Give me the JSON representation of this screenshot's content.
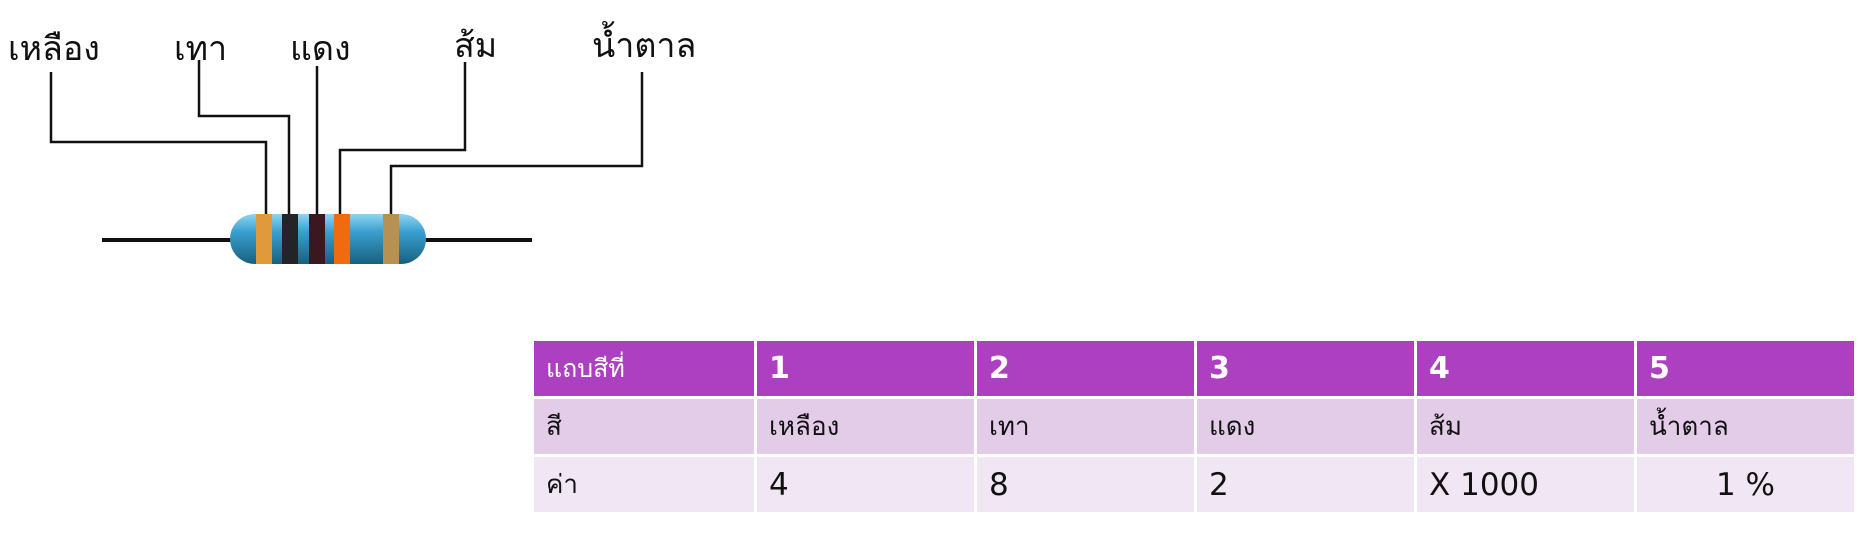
{
  "band_labels": [
    "เหลือง",
    "เทา",
    "แดง",
    "ส้ม",
    "น้ำตาล"
  ],
  "band_colors": {
    "body": "#3aa0d0",
    "yellow": "#e09a3c",
    "gray": "#242428",
    "red": "#3c1620",
    "orange": "#f06a10",
    "brown": "#b89050",
    "lead": "#111111"
  },
  "table": {
    "header": [
      "แถบสีที่",
      "1",
      "2",
      "3",
      "4",
      "5"
    ],
    "rows": [
      [
        "สี",
        "เหลือง",
        "เทา",
        "แดง",
        "ส้ม",
        "น้ำตาล"
      ],
      [
        "ค่า",
        "4",
        "8",
        "2",
        "X 1000",
        "1 %"
      ]
    ],
    "header_color": "#ad40c0",
    "row1_color": "#e3cce8",
    "row2_color": "#f1e6f3"
  }
}
